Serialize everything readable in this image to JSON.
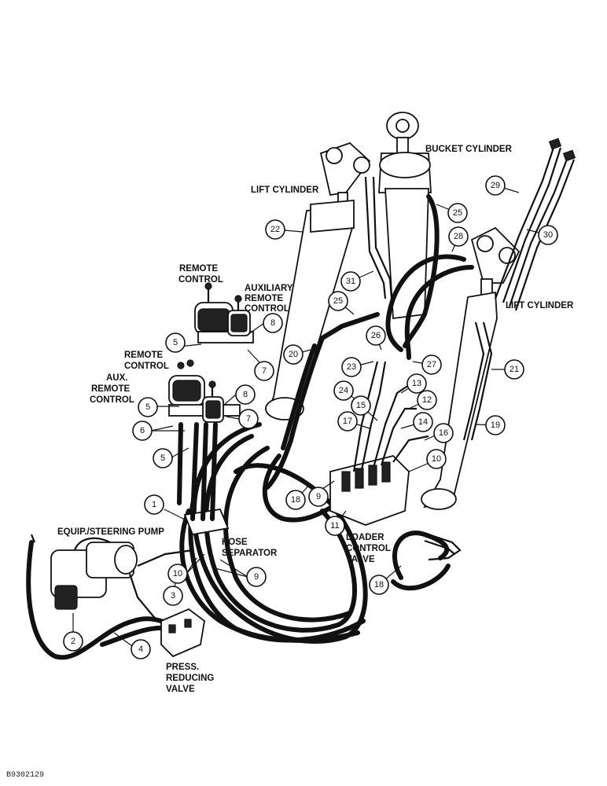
{
  "labels": {
    "bucket_cylinder": "BUCKET CYLINDER",
    "lift_cylinder_left": "LIFT CYLINDER",
    "lift_cylinder_right": "LIFT CYLINDER",
    "remote_control_1": [
      "REMOTE",
      "CONTROL"
    ],
    "auxiliary_remote_control": [
      "AUXILIARY",
      "REMOTE",
      "CONTROL"
    ],
    "remote_control_2": [
      "REMOTE",
      "CONTROL"
    ],
    "aux_remote_control": [
      "AUX.",
      "REMOTE",
      "CONTROL"
    ],
    "equip_steering_pump": "EQUIP./STEERING PUMP",
    "hose_separator": [
      "HOSE",
      "SEPARATOR"
    ],
    "loader_control_valve": [
      "LOADER",
      "CONTROL",
      "VALVE"
    ],
    "press_reducing_valve": [
      "PRESS.",
      "REDUCING",
      "VALVE"
    ]
  },
  "callouts": [
    "1",
    "2",
    "3",
    "4",
    "5",
    "5",
    "5",
    "6",
    "7",
    "7",
    "8",
    "8",
    "9",
    "9",
    "10",
    "10",
    "11",
    "12",
    "13",
    "14",
    "15",
    "16",
    "17",
    "18",
    "18",
    "19",
    "20",
    "21",
    "22",
    "23",
    "24",
    "25",
    "25",
    "26",
    "27",
    "28",
    "29",
    "30",
    "31"
  ],
  "figure_code": "B9302129"
}
